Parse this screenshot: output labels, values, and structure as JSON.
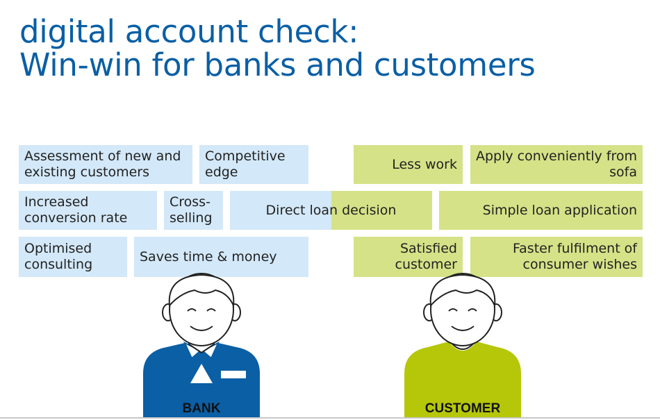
{
  "title": {
    "line1": "digital account check:",
    "line2": "Win-win for banks and customers"
  },
  "bank_benefits": {
    "assessment": "Assessment of new and existing customers",
    "competitive": "Competitive edge",
    "conversion": "Increased conversion rate",
    "cross_selling": "Cross-selling",
    "consulting": "Optimised consulting",
    "saves": "Saves time & money"
  },
  "shared_benefit": {
    "direct_loan": "Direct loan decision"
  },
  "customer_benefits": {
    "less_work": "Less work",
    "apply": "Apply conveniently from sofa",
    "simple_loan": "Simple loan application",
    "satisfied": "Satisfied customer",
    "faster": "Faster fulfilment of consumer wishes"
  },
  "figures": {
    "bank_label": "BANK",
    "customer_label": "CUSTOMER",
    "bank_color": "#0a5fa5",
    "customer_color": "#b6c70a"
  },
  "colors": {
    "title": "#0a5fa5",
    "bank_box": "#d3e8f8",
    "customer_box": "#d5e287"
  }
}
